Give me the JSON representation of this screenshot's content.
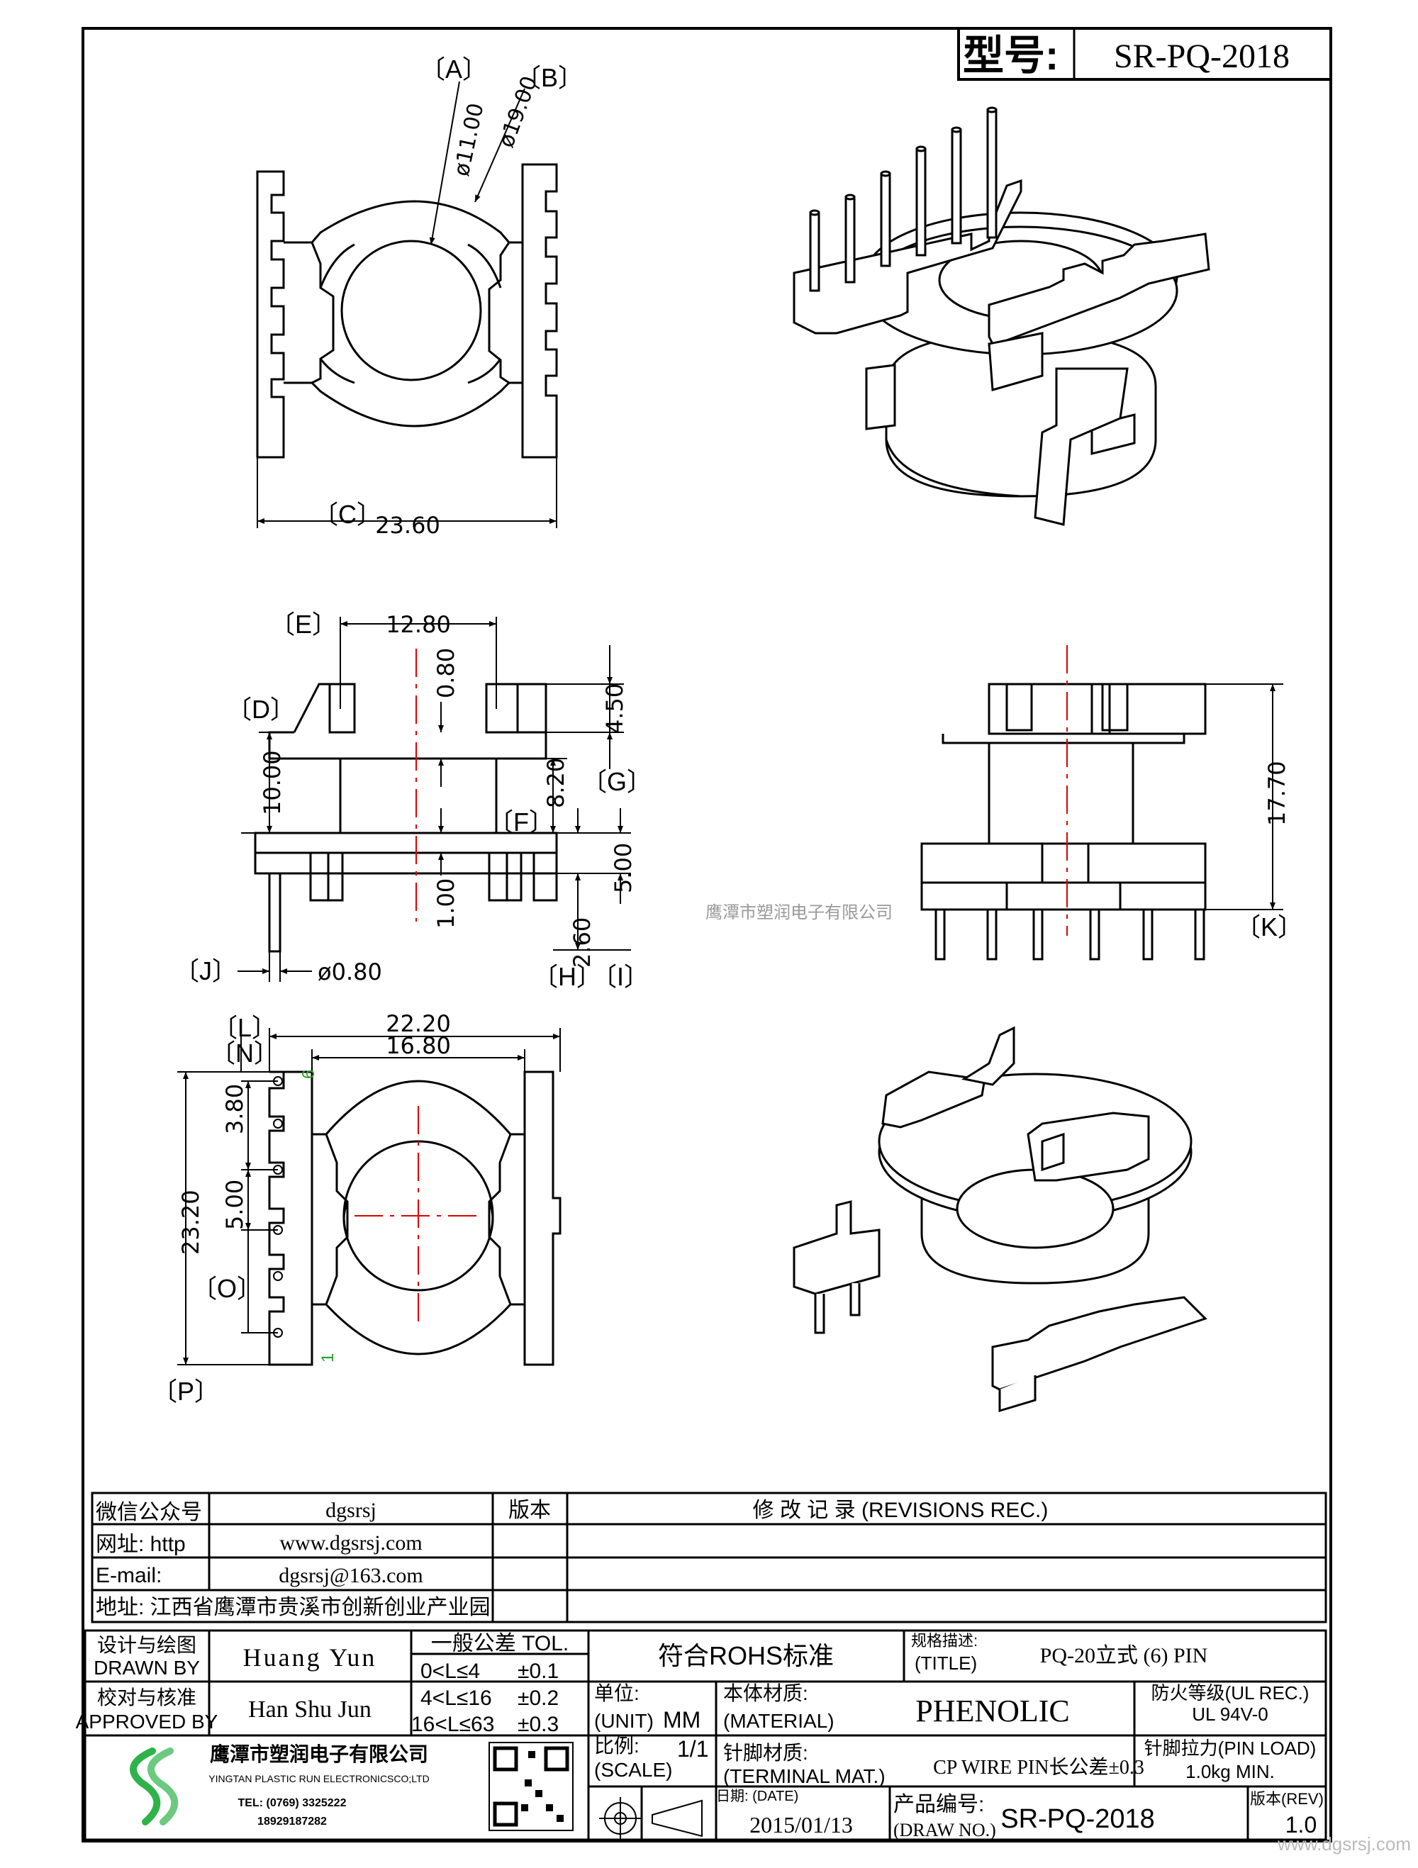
{
  "header": {
    "model_label": "型号:",
    "model_value": "SR-PQ-2018"
  },
  "dimensions": {
    "A": {
      "tag": "A",
      "value": "ø11.00"
    },
    "B": {
      "tag": "B",
      "value": "ø19.00"
    },
    "C": {
      "tag": "C",
      "value": "23.60"
    },
    "E": {
      "tag": "E",
      "value": "12.80"
    },
    "D": {
      "tag": "D",
      "value": "10.00"
    },
    "top_gap": {
      "value": "0.80"
    },
    "top_height": {
      "value": "4.50"
    },
    "G": {
      "tag": "G",
      "value": "8.20"
    },
    "F": {
      "tag": "F",
      "value": ""
    },
    "base_h": {
      "value": "5.00"
    },
    "flange_t": {
      "value": "1.00"
    },
    "H": {
      "tag": "H",
      "value": "2.60"
    },
    "I": {
      "tag": "I",
      "value": ""
    },
    "J": {
      "tag": "J",
      "value": "ø0.80"
    },
    "K": {
      "tag": "K",
      "value": "17.70"
    },
    "L": {
      "tag": "L",
      "value": "22.20"
    },
    "N": {
      "tag": "N",
      "value": "16.80"
    },
    "pitch1": {
      "value": "3.80"
    },
    "pitch2": {
      "value": "5.00"
    },
    "O": {
      "tag": "O",
      "value": ""
    },
    "P": {
      "tag": "P",
      "value": "23.20"
    }
  },
  "pin_labels": {
    "first": "1",
    "last": "6"
  },
  "watermark": "鹰潭市塑润电子有限公司",
  "info_block": {
    "wechat_label": "微信公众号",
    "wechat_value": "dgsrsj",
    "web_label": "网址: http",
    "web_value": "www.dgsrsj.com",
    "email_label": "E-mail:",
    "email_value": "dgsrsj@163.com",
    "address": "地址: 江西省鹰潭市贵溪市创新创业产业园",
    "version_header": "版本",
    "revisions_header": "修 改 记 录  (REVISIONS REC.)"
  },
  "title_block": {
    "drawn_label_cn": "设计与绘图",
    "drawn_label_en": "DRAWN BY",
    "drawn_value": "Huang Yun",
    "approved_label_cn": "校对与核准",
    "approved_label_en": "APPROVED BY",
    "approved_value": "Han Shu Jun",
    "tol_title": "一般公差 TOL.",
    "tol_rows": [
      {
        "range": "0<L≤4",
        "tol": "±0.1"
      },
      {
        "range": "4<L≤16",
        "tol": "±0.2"
      },
      {
        "range": "16<L≤63",
        "tol": "±0.3"
      }
    ],
    "rohs": "符合ROHS标准",
    "title_label_cn": "规格描述:",
    "title_label_en": "(TITLE)",
    "title_value": "PQ-20立式 (6) PIN",
    "unit_label_cn": "单位:",
    "unit_label_en": "(UNIT)",
    "unit_value": "MM",
    "material_label_cn": "本体材质:",
    "material_label_en": "(MATERIAL)",
    "material_value": "PHENOLIC",
    "fire_label": "防火等级(UL REC.)",
    "fire_value": "UL 94V-0",
    "scale_label_cn": "比例:",
    "scale_label_en": "(SCALE)",
    "scale_value": "1/1",
    "terminal_label_cn": "针脚材质:",
    "terminal_label_en": "(TERMINAL MAT.)",
    "terminal_value": "CP WIRE  PIN长公差±0.3",
    "pinload_label": "针脚拉力(PIN LOAD)",
    "pinload_value": "1.0kg MIN.",
    "date_label": "日期: (DATE)",
    "date_value": "2015/01/13",
    "drawno_label_cn": "产品编号:",
    "drawno_label_en": "(DRAW NO.)",
    "drawno_value": "SR-PQ-2018",
    "rev_label": "版本(REV)",
    "rev_value": "1.0"
  },
  "company": {
    "name_cn": "鹰潭市塑润电子有限公司",
    "name_en": "YINGTAN PLASTIC RUN ELECTRONICSCO;LTD",
    "tel": "TEL: (0769) 3325222",
    "mobile": "18929187282",
    "logo_color": "#2db34a"
  },
  "site_watermark": "www.dgsrsj.com"
}
